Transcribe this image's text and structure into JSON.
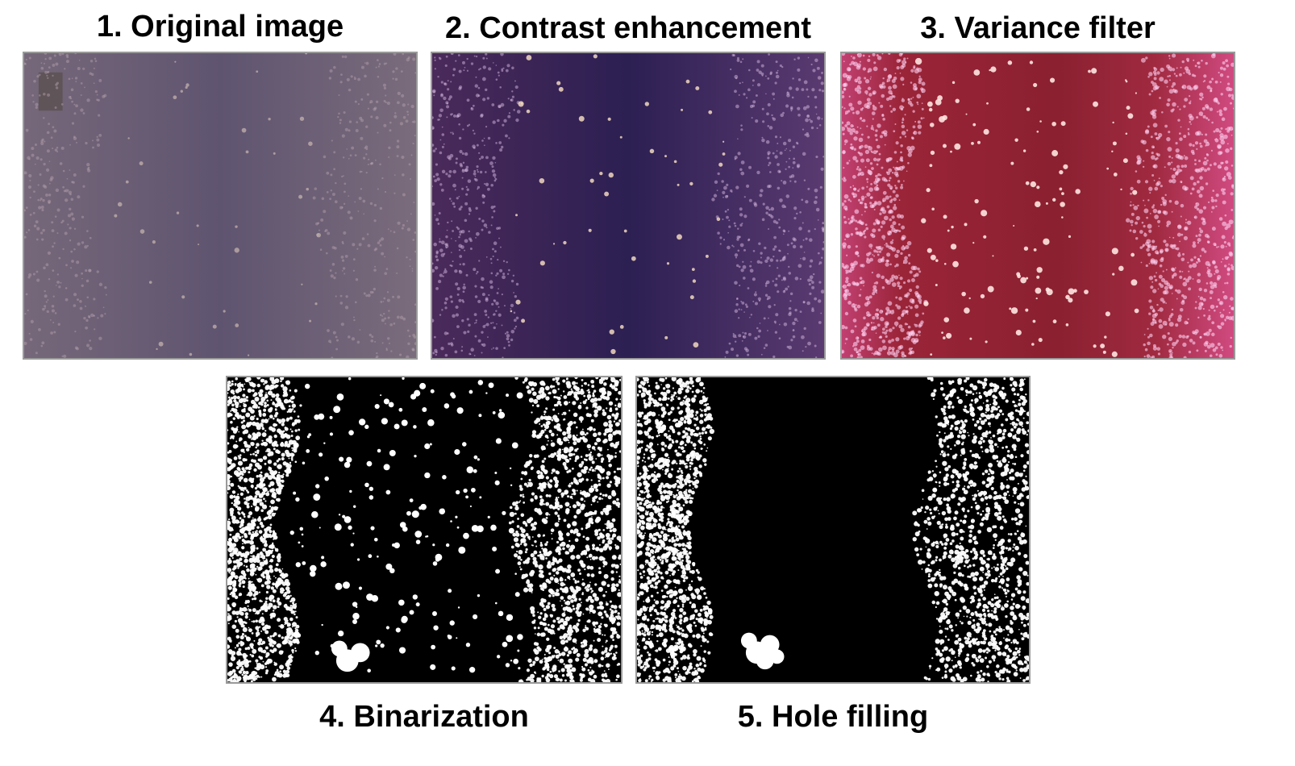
{
  "panels": [
    {
      "caption": "1. Original image"
    },
    {
      "caption": "2. Contrast enhancement"
    },
    {
      "caption": "3. Variance filter"
    },
    {
      "caption": "4. Binarization"
    },
    {
      "caption": "5. Hole filling"
    }
  ],
  "colors": {
    "original_bg": "#6e5f6f",
    "contrast_bg": "#3a2350",
    "variance_bg": "#a0283a",
    "binary_bg": "#000000",
    "binary_fg": "#ffffff"
  }
}
